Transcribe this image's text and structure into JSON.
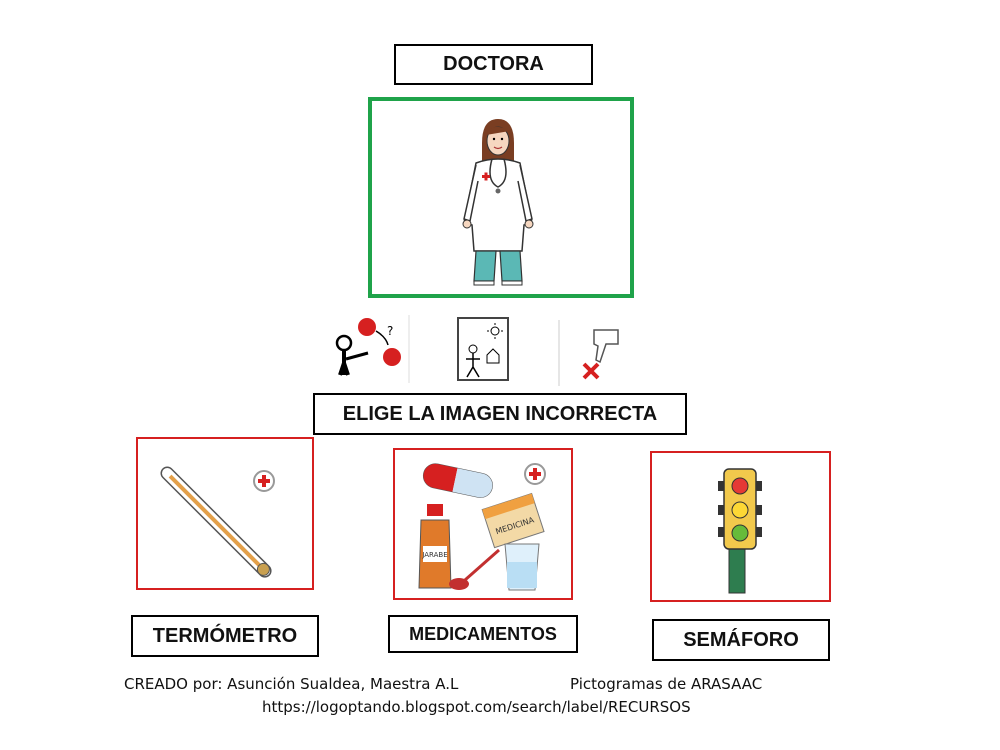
{
  "title": "DOCTORA",
  "instruction": "ELIGE LA IMAGEN INCORRECTA",
  "instruction_icons": [
    "choose-icon",
    "picture-icon",
    "thumbs-down-wrong-icon"
  ],
  "options": [
    {
      "label": "TERMÓMETRO",
      "icon": "thermometer-icon"
    },
    {
      "label": "MEDICAMENTOS",
      "icon": "medicines-icon",
      "jarabe": "JARABE",
      "medicina": "MEDICINA"
    },
    {
      "label": "SEMÁFORO",
      "icon": "traffic-light-icon"
    }
  ],
  "credits": {
    "author": "CREADO por: Asunción Sualdea, Maestra A.L",
    "pictograms": "Pictogramas de ARASAAC",
    "url": "https://logoptando.blogspot.com/search/label/RECURSOS"
  },
  "colors": {
    "correct_frame": "#1fa34a",
    "option_frame": "#d62020"
  }
}
